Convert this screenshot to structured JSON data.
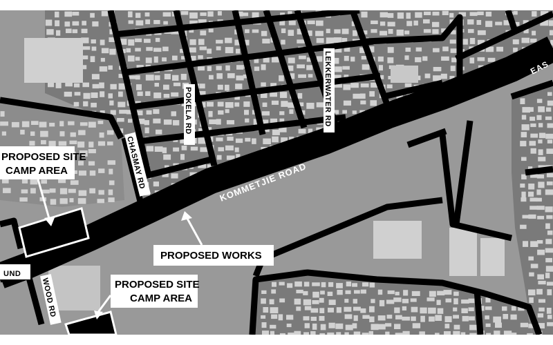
{
  "map": {
    "roads": {
      "main": "KOMMETJIE ROAD",
      "east_cut": "EAS",
      "west_cut": "UND",
      "pokela": "POKELA RD",
      "lekkerwater": "LEKKERWATER RD",
      "chasmay": "CHASMAY RD",
      "wood": "WOOD RD"
    },
    "labels": {
      "site_camp_left_line1": "PROPOSED SITE",
      "site_camp_left_line2": "CAMP AREA",
      "site_camp_bottom_line1": "PROPOSED SITE",
      "site_camp_bottom_line2": "CAMP AREA",
      "proposed_works": "PROPOSED WORKS"
    },
    "colors": {
      "background": "#999999",
      "built_up_area": "#7a7a7a",
      "building": "#d2d2d2",
      "open_space": "#d0d0d0",
      "road": "#000000",
      "label_box": "#ffffff"
    }
  }
}
